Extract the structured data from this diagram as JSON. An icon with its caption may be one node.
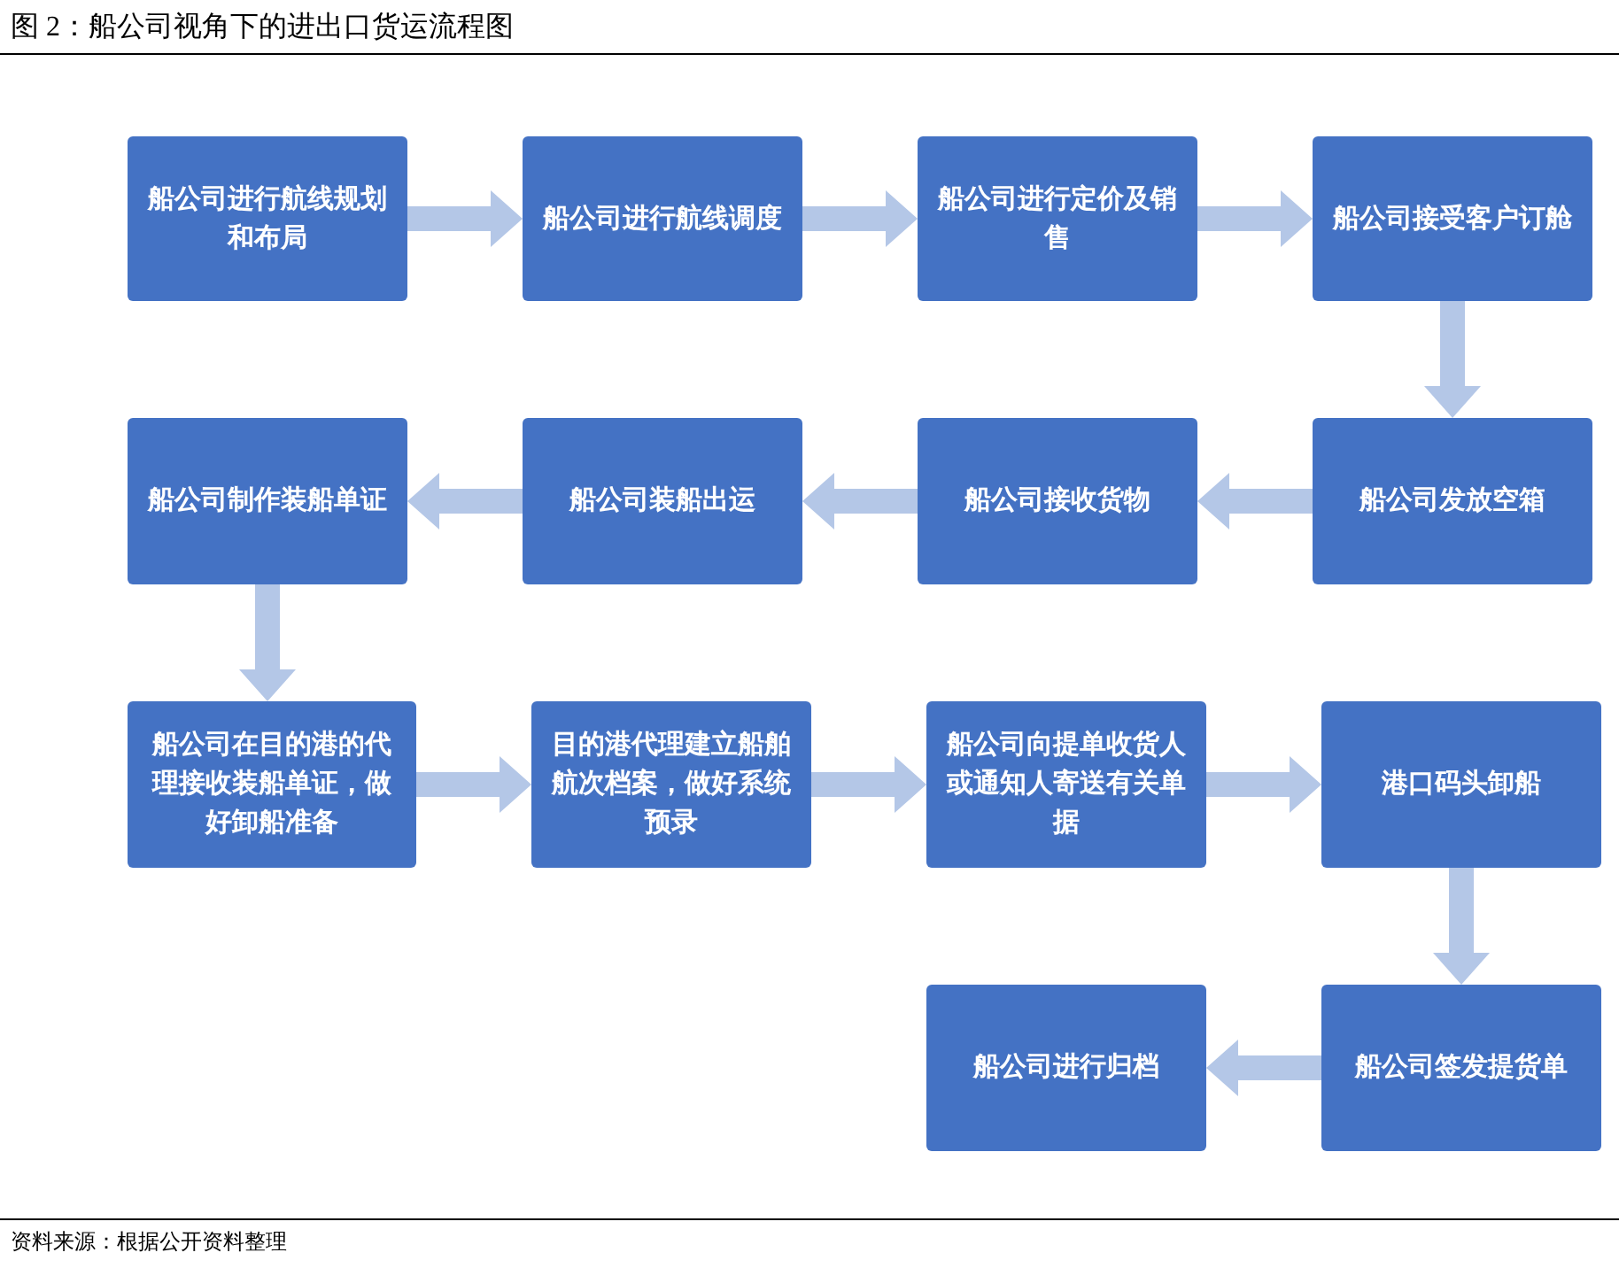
{
  "diagram": {
    "title": "图 2：船公司视角下的进出口货运流程图",
    "nodes": [
      {
        "text": [
          "船公司进行航线规划和布局"
        ]
      },
      {
        "text": [
          "船公司进行航线调度"
        ]
      },
      {
        "text": [
          "船公司进行定价及销售"
        ]
      },
      {
        "text": [
          "船公司接受客户订舱"
        ]
      },
      {
        "text": [
          "船公司发放空箱"
        ]
      },
      {
        "text": [
          "船公司接收货物"
        ]
      },
      {
        "text": [
          "船公司装船出运"
        ]
      },
      {
        "text": [
          "船公司制作装船单证"
        ]
      },
      {
        "text": [
          "船公司在目的港的代理接收装船单证，做好卸船准备"
        ]
      },
      {
        "text": [
          "目的港代理建立船舶航次档案，做好系统预录"
        ]
      },
      {
        "text": [
          "船公司向提单收货人或通知人寄送有关单据"
        ]
      },
      {
        "text": [
          "港口码头卸船"
        ]
      },
      {
        "text": [
          "船公司签发提货单"
        ]
      },
      {
        "text": [
          "船公司进行归档"
        ]
      }
    ],
    "edges": [
      {
        "from": 0,
        "to": 1,
        "arrow": "to"
      },
      {
        "from": 1,
        "to": 2,
        "arrow": "to"
      },
      {
        "from": 2,
        "to": 3,
        "arrow": "to"
      },
      {
        "from": 3,
        "to": 4,
        "arrow": "to"
      },
      {
        "from": 4,
        "to": 5,
        "arrow": "to"
      },
      {
        "from": 5,
        "to": 6,
        "arrow": "to"
      },
      {
        "from": 6,
        "to": 7,
        "arrow": "to"
      },
      {
        "from": 7,
        "to": 8,
        "arrow": "to"
      },
      {
        "from": 8,
        "to": 9,
        "arrow": "to"
      },
      {
        "from": 9,
        "to": 10,
        "arrow": "to"
      },
      {
        "from": 10,
        "to": 11,
        "arrow": "to"
      },
      {
        "from": 11,
        "to": 12,
        "arrow": "to"
      },
      {
        "from": 12,
        "to": 13,
        "arrow": "to"
      }
    ],
    "labels": [
      "资料来源：根据公开资料整理"
    ]
  }
}
